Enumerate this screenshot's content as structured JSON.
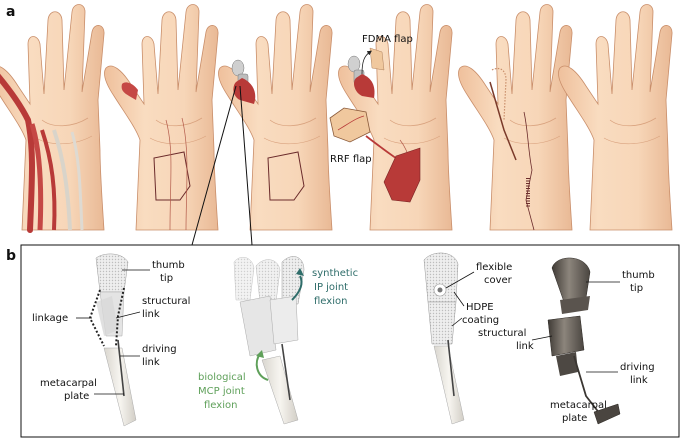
{
  "panel_a": {
    "letter": "a",
    "labels": {
      "fdma_flap": "FDMA flap",
      "rrf_flap": "RRF flap"
    }
  },
  "panel_b": {
    "letter": "b",
    "model1": {
      "thumb_tip": [
        "thumb",
        "tip"
      ],
      "structural_link": [
        "structural",
        "link"
      ],
      "linkage": "linkage",
      "driving_link": [
        "driving",
        "link"
      ],
      "metacarpal_plate": [
        "metacarpal",
        "plate"
      ]
    },
    "model2": {
      "synthetic": [
        "synthetic",
        "IP joint",
        "flexion"
      ],
      "biological": [
        "biological",
        "MCP joint",
        "flexion"
      ]
    },
    "model3": {
      "flexible_cover": [
        "flexible",
        "cover"
      ],
      "hdpe": [
        "HDPE",
        "coating"
      ]
    },
    "model4": {
      "thumb_tip": [
        "thumb",
        "tip"
      ],
      "structural_link": [
        "structural",
        "link"
      ],
      "driving_link": [
        "driving",
        "link"
      ],
      "metacarpal_plate": [
        "metacarpal",
        "plate"
      ]
    }
  },
  "colors": {
    "skin": "#f6d3b4",
    "skin_shadow": "#e8b995",
    "muscle": "#b83a38",
    "vein": "#b35a4a",
    "print_white": "#e9e9e9",
    "metal": "#6d6760",
    "teal": "#2f6d6a",
    "green": "#5fa05a"
  },
  "icons": [
    "hand-illustration",
    "flap-tissue",
    "thumb-prosthesis",
    "callout-arrow"
  ]
}
